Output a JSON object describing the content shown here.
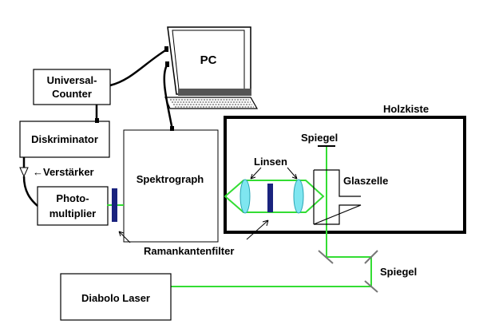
{
  "labels": {
    "pc": "PC",
    "universal_counter_line1": "Universal-",
    "universal_counter_line2": "Counter",
    "diskriminator": "Diskriminator",
    "verstaerker": "←Verstärker",
    "photomultiplier_line1": "Photo-",
    "photomultiplier_line2": "multiplier",
    "spektrograph": "Spektrograph",
    "holzkiste": "Holzkiste",
    "spiegel_top": "Spiegel",
    "linsen": "Linsen",
    "glaszelle": "Glaszelle",
    "ramankantenfilter": "Ramankantenfilter",
    "spiegel_bottom": "Spiegel",
    "diabolo_laser": "Diabolo Laser"
  },
  "colors": {
    "beam": "#33dd33",
    "filter": "#1a237e",
    "lens": "#7fe6f0"
  }
}
